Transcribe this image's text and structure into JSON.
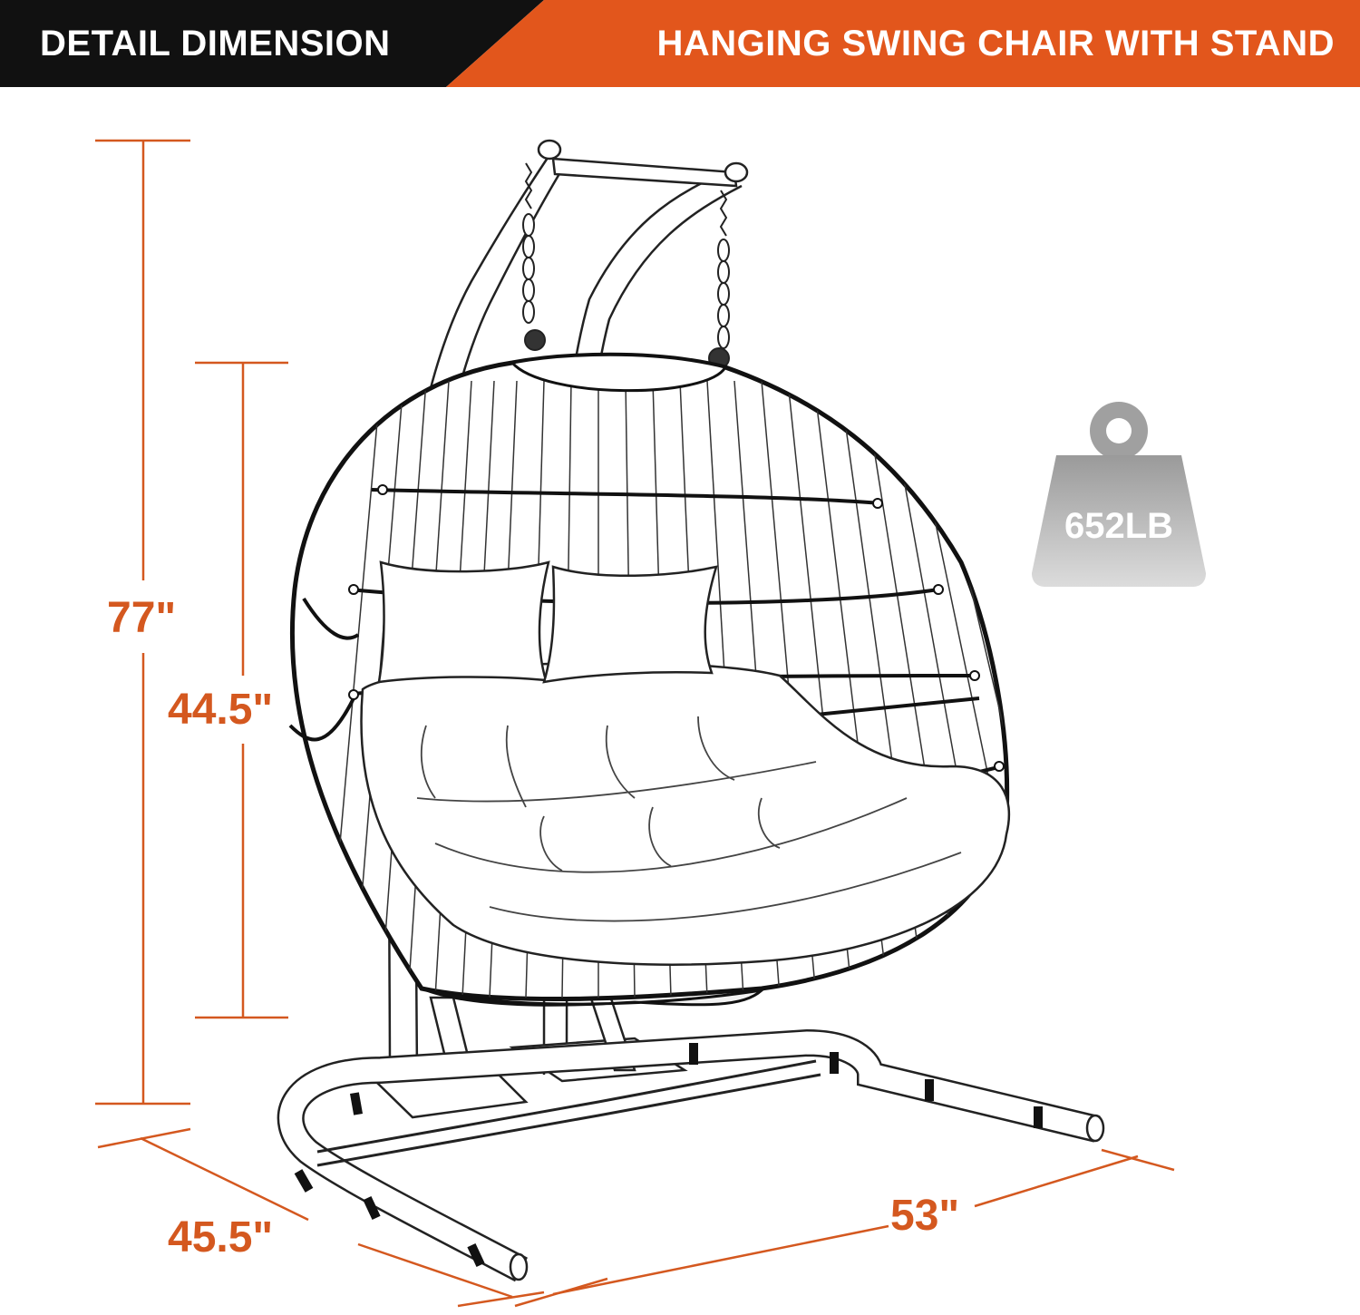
{
  "header": {
    "left_title": "DETAIL DIMENSION",
    "right_title": "HANGING SWING CHAIR WITH STAND"
  },
  "dimensions": {
    "total_height": "77\"",
    "basket_height": "44.5\"",
    "depth": "45.5\"",
    "width": "53\""
  },
  "weight": {
    "label": "652LB"
  },
  "colors": {
    "header_dark": "#111111",
    "header_accent": "#e2561c",
    "dimension_text": "#d4581f",
    "weight_icon": "#a8a8a8"
  }
}
